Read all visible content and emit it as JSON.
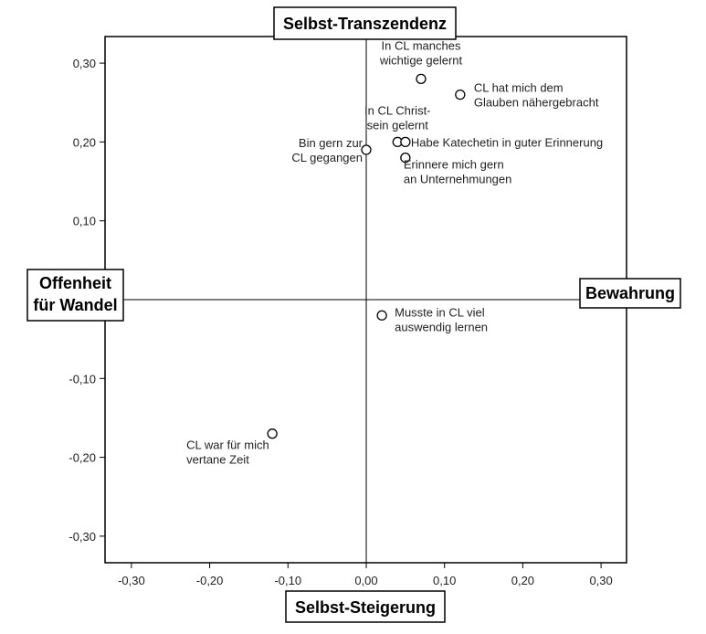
{
  "chart_data": {
    "type": "scatter",
    "title": "",
    "xlabel": "",
    "ylabel": "",
    "xlim": [
      -0.33,
      0.33
    ],
    "ylim": [
      -0.33,
      0.33
    ],
    "x_ticks": [
      -0.3,
      -0.2,
      -0.1,
      0.0,
      0.1,
      0.2,
      0.3
    ],
    "y_ticks": [
      -0.3,
      -0.2,
      -0.1,
      0.1,
      0.2,
      0.3
    ],
    "x_tick_labels": [
      "-0,30",
      "-0,20",
      "-0,10",
      "0,00",
      "0,10",
      "0,20",
      "0,30"
    ],
    "y_tick_labels": [
      "-0,30",
      "-0,20",
      "-0,10",
      "0,10",
      "0,20",
      "0,30"
    ],
    "grid": false,
    "pole_labels": {
      "top": "Selbst-Transzendenz",
      "bottom": "Selbst-Steigerung",
      "left": [
        "Offenheit",
        "für Wandel"
      ],
      "right": "Bewahrung"
    },
    "points": [
      {
        "label": [
          "In CL manches",
          "wichtige gelernt"
        ],
        "x": 0.07,
        "y": 0.28,
        "anchor": "start"
      },
      {
        "label": [
          "CL hat mich dem",
          "Glauben nähergebracht"
        ],
        "x": 0.12,
        "y": 0.26,
        "anchor": "start"
      },
      {
        "label": [
          "In CL Christ-",
          "sein gelernt"
        ],
        "x": 0.04,
        "y": 0.2,
        "anchor": "end"
      },
      {
        "label": [
          "Habe Katechetin in guter Erinnerung"
        ],
        "x": 0.05,
        "y": 0.2,
        "anchor": "start"
      },
      {
        "label": [
          "Bin gern zur",
          "CL gegangen"
        ],
        "x": 0.0,
        "y": 0.19,
        "anchor": "end"
      },
      {
        "label": [
          "Erinnere mich gern",
          "an Unternehmungen"
        ],
        "x": 0.05,
        "y": 0.18,
        "anchor": "start"
      },
      {
        "label": [
          "Musste in CL viel",
          "auswendig lernen"
        ],
        "x": 0.02,
        "y": -0.02,
        "anchor": "start"
      },
      {
        "label": [
          "CL war für mich",
          "vertane Zeit"
        ],
        "x": -0.12,
        "y": -0.17,
        "anchor": "start"
      }
    ]
  }
}
